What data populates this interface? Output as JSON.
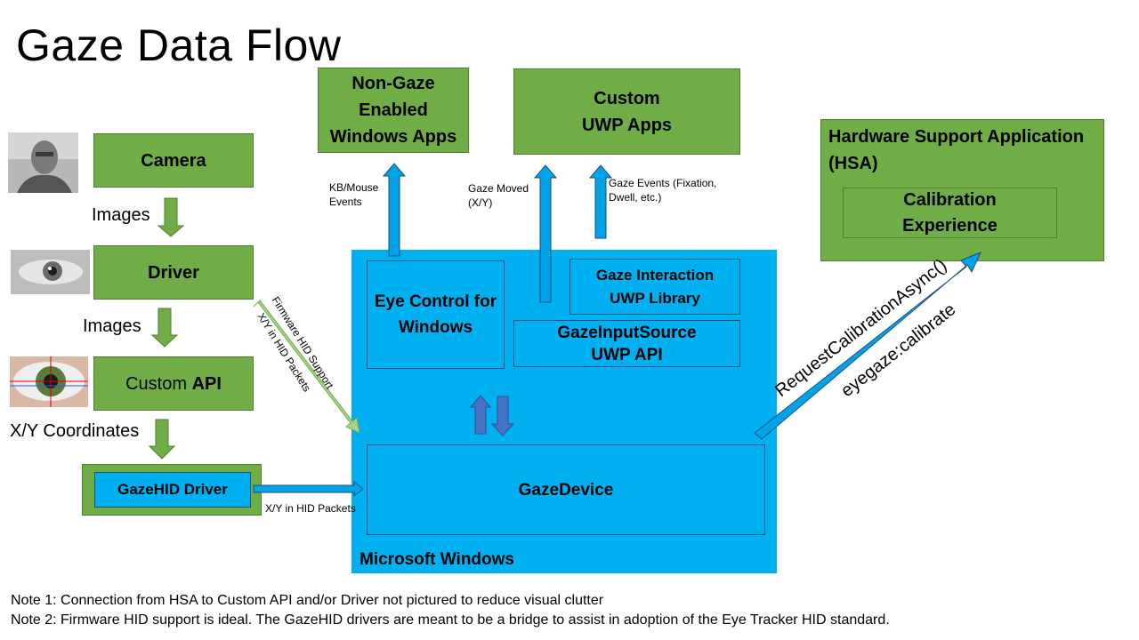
{
  "title": "Gaze Data Flow",
  "boxes": {
    "camera": "Camera",
    "driver": "Driver",
    "custom_api_prefix": "Custom ",
    "custom_api_bold": "API",
    "gazehid_driver": "GazeHID Driver",
    "non_gaze_apps": "Non-Gaze Enabled Windows Apps",
    "custom_uwp_apps": "Custom UWP Apps",
    "hsa": "Hardware Support Application (HSA)",
    "calibration": "Calibration Experience",
    "eye_control": "Eye Control for Windows",
    "gaze_interaction": "Gaze Interaction UWP Library",
    "gaze_input_source": "GazeInputSource UWP API",
    "gaze_device": "GazeDevice",
    "microsoft_windows": "Microsoft Windows"
  },
  "labels": {
    "images_1": "Images",
    "images_2": "Images",
    "xy_coordinates": "X/Y Coordinates",
    "kb_mouse_events": "KB/Mouse Events",
    "gaze_moved": "Gaze Moved (X/Y)",
    "gaze_events": "Gaze Events (Fixation, Dwell, etc.)",
    "firmware_hid_support": "Firmware HID Support",
    "xy_in_hid_packets_diag": "X/Y in HID Packets",
    "xy_in_hid_packets": "X/Y in HID Packets",
    "request_calibration": "RequestCalibrationAsync()",
    "eyegaze_calibrate": "eyegaze:calibrate"
  },
  "notes": {
    "note1": "Note 1: Connection from HSA to Custom API and/or Driver not pictured to reduce visual clutter",
    "note2": "Note 2: Firmware HID support is ideal. The GazeHID drivers are meant to be a bridge to assist in adoption of the Eye Tracker HID standard."
  },
  "colors": {
    "green": "#70ad47",
    "blue": "#00b0f0",
    "arrow_blue": "#00a3e8",
    "arrow_light_green": "#a9d18e",
    "dark_blue_arrow": "#4472c4"
  }
}
